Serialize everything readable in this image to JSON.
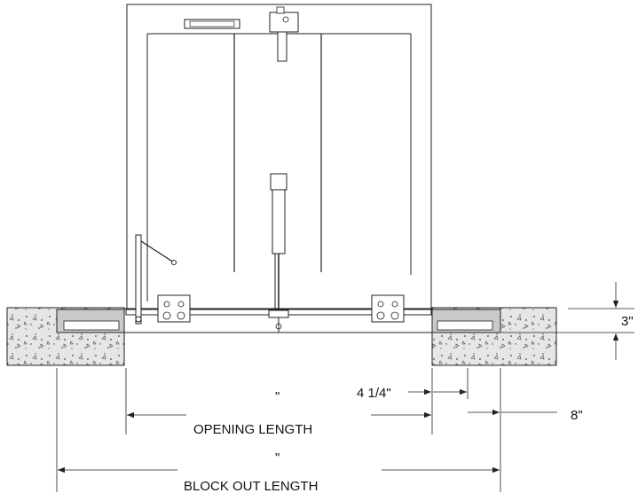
{
  "labels": {
    "height_dim": "3\"",
    "offset_dim": "4 1/4\"",
    "side_dim": "8\"",
    "opening_value": "\"",
    "opening_label": "OPENING LENGTH",
    "blockout_value": "\"",
    "blockout_label": "BLOCK OUT LENGTH"
  },
  "colors": {
    "line": "#222222",
    "concrete_fill": "#e6e6e6",
    "block_fill": "#c9c9c9",
    "background": "#ffffff"
  }
}
